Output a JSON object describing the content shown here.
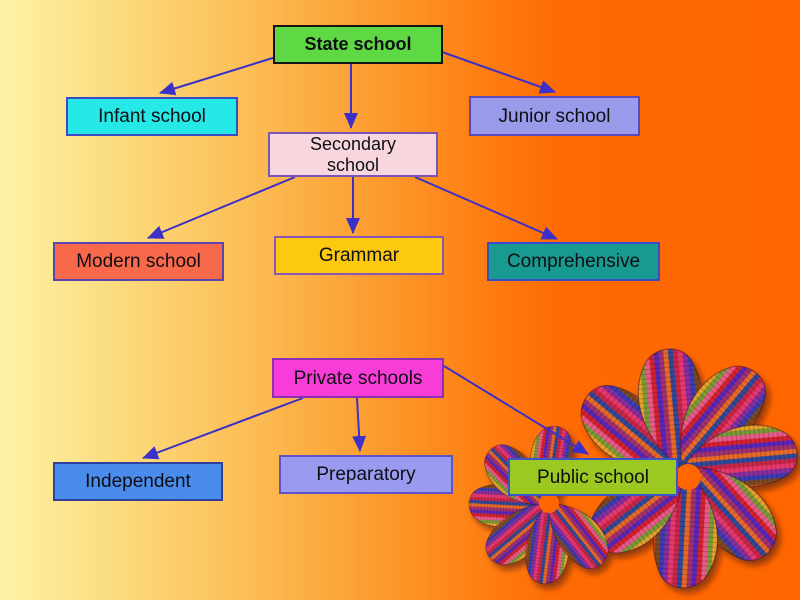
{
  "slide": {
    "kind": "presentation-slide-diagram",
    "background_gradient": [
      "#fdf3a6",
      "#ff6600"
    ],
    "arrow_color": "#3c30c8"
  },
  "diagram": {
    "nodes": [
      {
        "id": "state-school",
        "label": "State school",
        "fill": "#5ed843",
        "border": "#131313",
        "bold": true
      },
      {
        "id": "infant-school",
        "label": "Infant school",
        "fill": "#26e8e6",
        "border": "#3b4ac8"
      },
      {
        "id": "junior-school",
        "label": "Junior school",
        "fill": "#9a9aea",
        "border": "#5a4ab8"
      },
      {
        "id": "secondary-school",
        "label": "Secondary school",
        "label_lines": [
          "Secondary",
          "school"
        ],
        "fill": "#f8d6dd",
        "border": "#7a55b8"
      },
      {
        "id": "modern-school",
        "label": "Modern school",
        "fill": "#f8684a",
        "border": "#5a44b0"
      },
      {
        "id": "grammar",
        "label": "Grammar",
        "fill": "#fcc90f",
        "border": "#8a55b8"
      },
      {
        "id": "comprehensive",
        "label": "Comprehensive",
        "fill": "#189a90",
        "border": "#3b4ac8"
      },
      {
        "id": "private-schools",
        "label": "Private schools",
        "fill": "#f83cd8",
        "border": "#8a30b0"
      },
      {
        "id": "independent",
        "label": "Independent",
        "fill": "#4a8cec",
        "border": "#30409a"
      },
      {
        "id": "preparatory",
        "label": "Preparatory",
        "fill": "#9a9aee",
        "border": "#6052c8"
      },
      {
        "id": "public-school",
        "label": "Public school",
        "fill": "#9cc822",
        "border": "#3b55c8"
      }
    ],
    "edges": [
      {
        "from": "state-school",
        "to": "infant-school"
      },
      {
        "from": "state-school",
        "to": "secondary-school"
      },
      {
        "from": "state-school",
        "to": "junior-school"
      },
      {
        "from": "secondary-school",
        "to": "modern-school"
      },
      {
        "from": "secondary-school",
        "to": "grammar"
      },
      {
        "from": "secondary-school",
        "to": "comprehensive"
      },
      {
        "from": "private-schools",
        "to": "independent"
      },
      {
        "from": "private-schools",
        "to": "preparatory"
      },
      {
        "from": "private-schools",
        "to": "public-school"
      }
    ]
  },
  "decoration": {
    "name": "rainbow-striped-flowers",
    "stripe_colors": [
      "#c8284a",
      "#e8376e",
      "#8a2d9e",
      "#3b3bb4",
      "#7a4a20",
      "#e05020",
      "#e8a42a",
      "#7a9a38",
      "#e85a8a",
      "#d42030",
      "#5a28b8",
      "#a03070",
      "#e86a28",
      "#30489a"
    ]
  }
}
